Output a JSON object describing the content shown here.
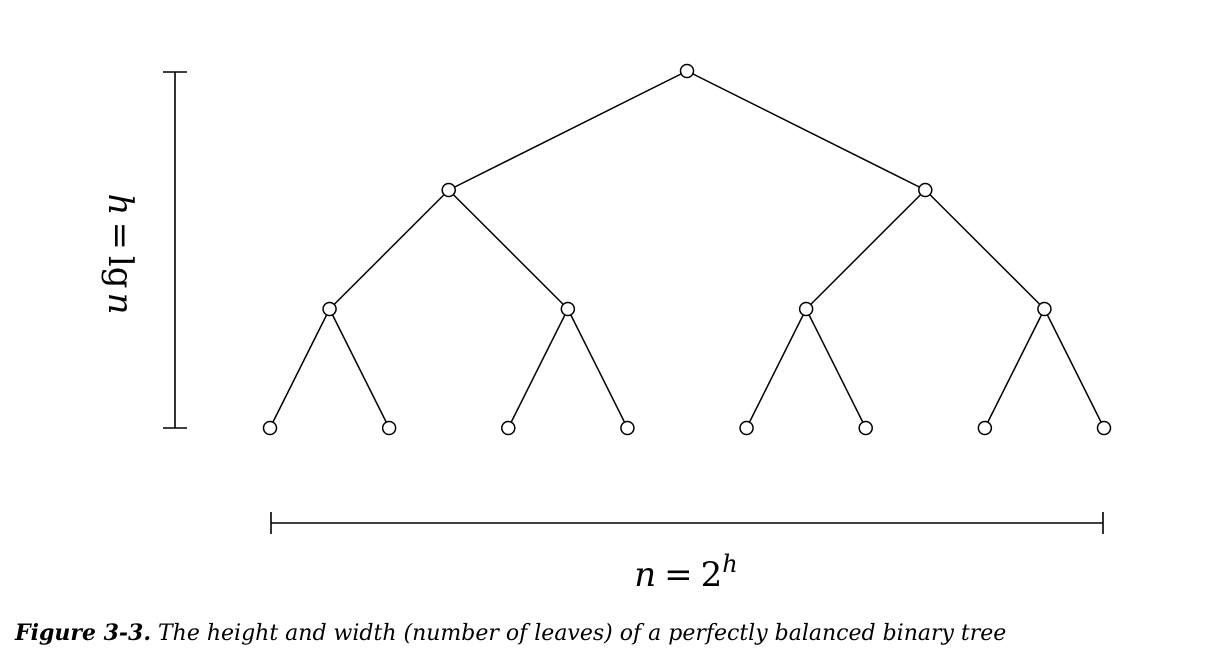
{
  "diagram": {
    "height_label": {
      "var": "h",
      "eq": "=",
      "fn": "lg",
      "arg": "n"
    },
    "width_label": {
      "var": "n",
      "eq": "=",
      "base": "2",
      "exp": "h"
    },
    "tree": {
      "levels": 4,
      "leaf_count": 8
    }
  },
  "caption": {
    "label": "Figure 3-3.",
    "text": " The height and width (number of leaves) of a perfectly balanced binary tree"
  }
}
